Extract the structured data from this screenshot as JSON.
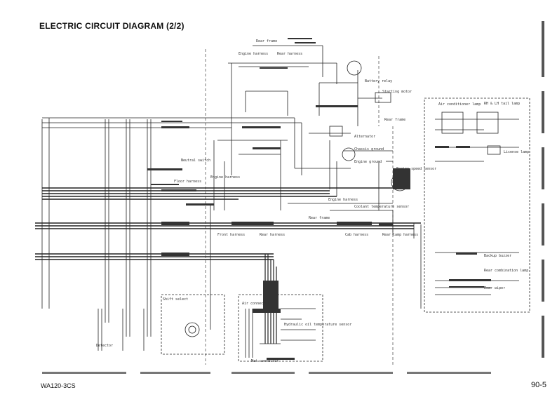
{
  "page": {
    "title": "ELECTRIC CIRCUIT DIAGRAM (2/2)",
    "footer_left": "WA120-3CS",
    "footer_right": "90-5"
  },
  "diagram": {
    "labels": [
      {
        "id": "rear-frame-top",
        "text": "Rear frame"
      },
      {
        "id": "engine-harness-top",
        "text": "Engine harness"
      },
      {
        "id": "rear-harness-top",
        "text": "Rear harness"
      },
      {
        "id": "battery-relay",
        "text": "Battery relay"
      },
      {
        "id": "starting-motor",
        "text": "Starting motor"
      },
      {
        "id": "rear-frame-mid",
        "text": "Rear frame"
      },
      {
        "id": "alternator",
        "text": "Alternator"
      },
      {
        "id": "chassis-ground",
        "text": "Chassis ground"
      },
      {
        "id": "engine-ground",
        "text": "Engine ground"
      },
      {
        "id": "engine-speed-sensor",
        "text": "Engine speed sensor"
      },
      {
        "id": "floor-harness",
        "text": "Floor harness"
      },
      {
        "id": "engine-harness-mid",
        "text": "Engine harness"
      },
      {
        "id": "engine-harness-lower",
        "text": "Engine harness"
      },
      {
        "id": "fuel-temp-sensor",
        "text": "Coolant temperature sensor"
      },
      {
        "id": "rear-frame-lower",
        "text": "Rear frame"
      },
      {
        "id": "front-harness",
        "text": "Front harness"
      },
      {
        "id": "rear-harness-lower",
        "text": "Rear harness"
      },
      {
        "id": "cab-harness",
        "text": "Cab harness"
      },
      {
        "id": "rear-lamp-harness",
        "text": "Rear lamp harness"
      },
      {
        "id": "air-cond-lamp",
        "text": "Air conditioner lamp"
      },
      {
        "id": "backup-buzzer",
        "text": "Backup buzzer"
      },
      {
        "id": "rear-combination-lamp",
        "text": "Rear combination lamp"
      },
      {
        "id": "rh-lh-tail-lamp",
        "text": "RH & LH tail lamp"
      },
      {
        "id": "license-lamp",
        "text": "License lamp"
      },
      {
        "id": "rear-wiper",
        "text": "Rear wiper"
      },
      {
        "id": "hydraulic-oil-temp",
        "text": "Hydraulic oil temperature sensor"
      },
      {
        "id": "neutral-switch",
        "text": "Neutral switch"
      },
      {
        "id": "shift-select",
        "text": "Shift select"
      },
      {
        "id": "air-connector",
        "text": "Air connector"
      },
      {
        "id": "detector",
        "text": "Detector"
      },
      {
        "id": "mat-connector",
        "text": "Mat connector"
      }
    ]
  }
}
